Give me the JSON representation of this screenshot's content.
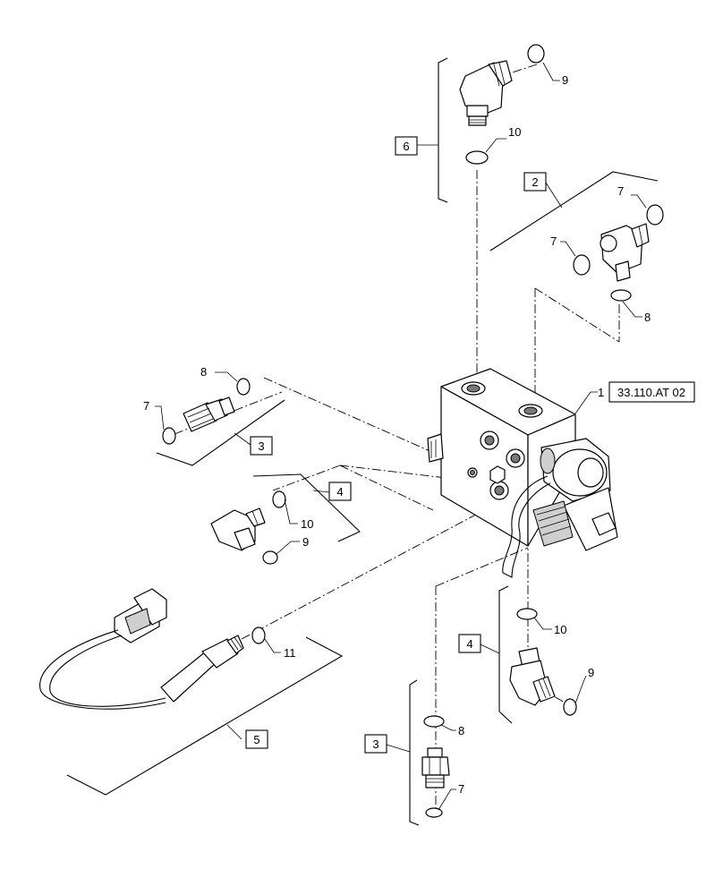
{
  "reference": "33.110.AT 02",
  "labels": {
    "l1": "1",
    "l2": "2",
    "l3a": "3",
    "l3b": "3",
    "l4a": "4",
    "l4b": "4",
    "l5": "5",
    "l6": "6",
    "l7a": "7",
    "l7b": "7",
    "l7c": "7",
    "l7d": "7",
    "l8a": "8",
    "l8b": "8",
    "l8c": "8",
    "l9a": "9",
    "l9b": "9",
    "l9c": "9",
    "l10a": "10",
    "l10b": "10",
    "l10c": "10",
    "l11": "11"
  }
}
